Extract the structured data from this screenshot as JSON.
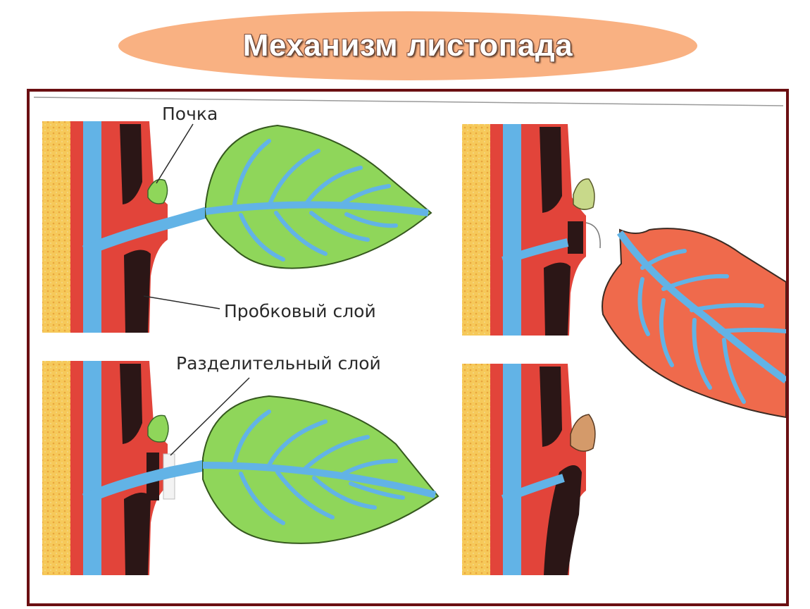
{
  "title": "Механизм листопада",
  "labels": {
    "bud": "Почка",
    "cork_layer": "Пробковый слой",
    "separation_layer": "Разделительный слой"
  },
  "colors": {
    "title_bg": "#f9b182",
    "frame": "#6b0f12",
    "bark": "#e2443a",
    "wood": "#f6c95a",
    "vessel": "#62b3e6",
    "cork": "#2b1616",
    "green_leaf": "#8fd65a",
    "autumn_leaf": "#ef6a4c"
  }
}
